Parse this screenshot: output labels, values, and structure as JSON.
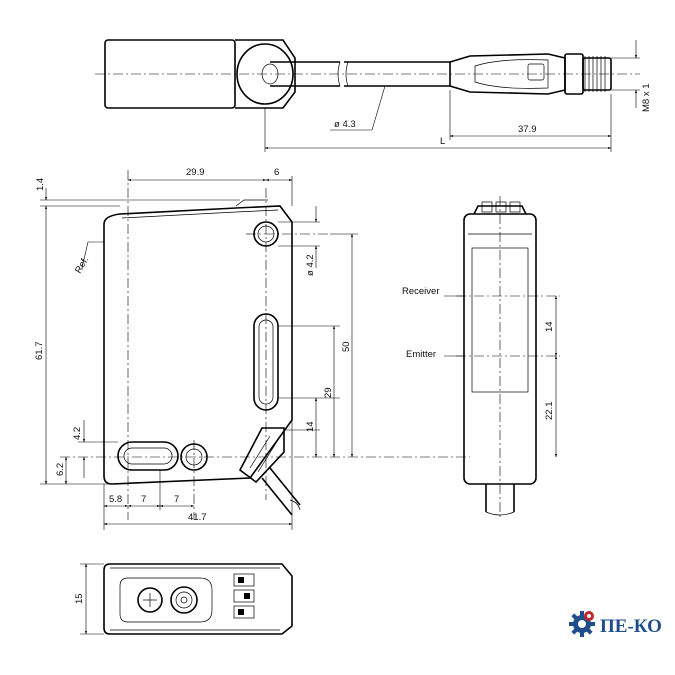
{
  "dimensions": {
    "cable_diameter": "ø 4.3",
    "connector_length": "37.9",
    "cable_length": "L",
    "connector_thread": "M8 x 1",
    "top_offset": "1.4",
    "width_upper": "29.9",
    "hole_offset": "6",
    "ref": "Ref.",
    "height_total": "61.7",
    "hole_diameter": "ø 4.2",
    "hole_spacing": "50",
    "slot_height": "29",
    "slot_bottom": "14",
    "lower_hole": "4.2",
    "bottom_offset": "6.2",
    "offset_a": "5.8",
    "offset_b": "7",
    "offset_c": "7",
    "width_total": "41.7",
    "depth": "15",
    "optic_spacing": "14",
    "emitter_height": "22.1"
  },
  "labels": {
    "receiver": "Receiver",
    "emitter": "Emitter"
  },
  "logo": {
    "text": "ПЕ-КО",
    "icon": "gear-logo-icon"
  },
  "colors": {
    "line": "#000000",
    "logo_blue": "#1f4f8a",
    "logo_red": "#c0282a"
  }
}
